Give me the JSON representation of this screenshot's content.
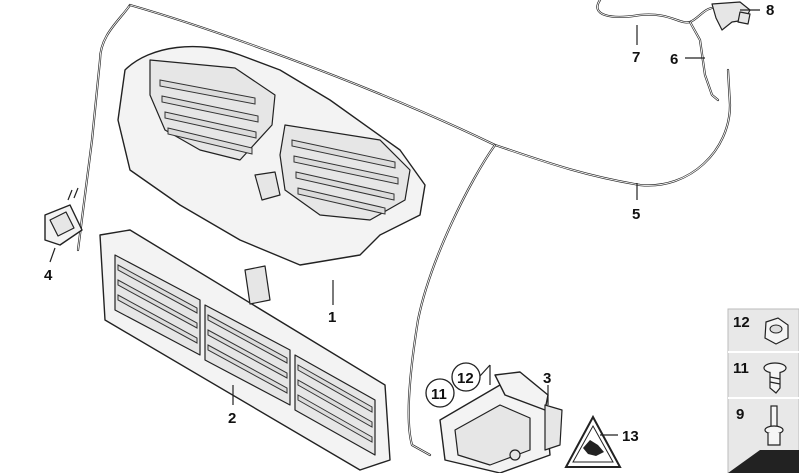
{
  "diagram": {
    "callouts": {
      "c1": "1",
      "c2": "2",
      "c3": "3",
      "c4": "4",
      "c5": "5",
      "c6": "6",
      "c7": "7",
      "c8": "8",
      "c9": "9",
      "c11_side": "11",
      "c12_side": "12",
      "c11_circle": "11",
      "c12_circle": "12",
      "c13": "13"
    }
  }
}
